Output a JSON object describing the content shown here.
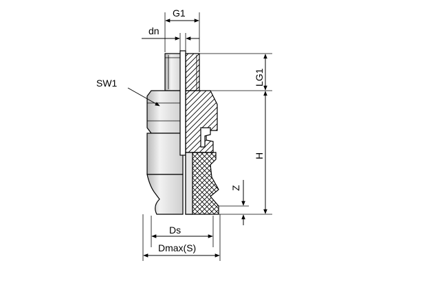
{
  "labels": {
    "g1": "G1",
    "dn": "dn",
    "sw1": "SW1",
    "lg1": "LG1",
    "h": "H",
    "z": "Z",
    "ds": "Ds",
    "dmax": "Dmax(S)"
  }
}
